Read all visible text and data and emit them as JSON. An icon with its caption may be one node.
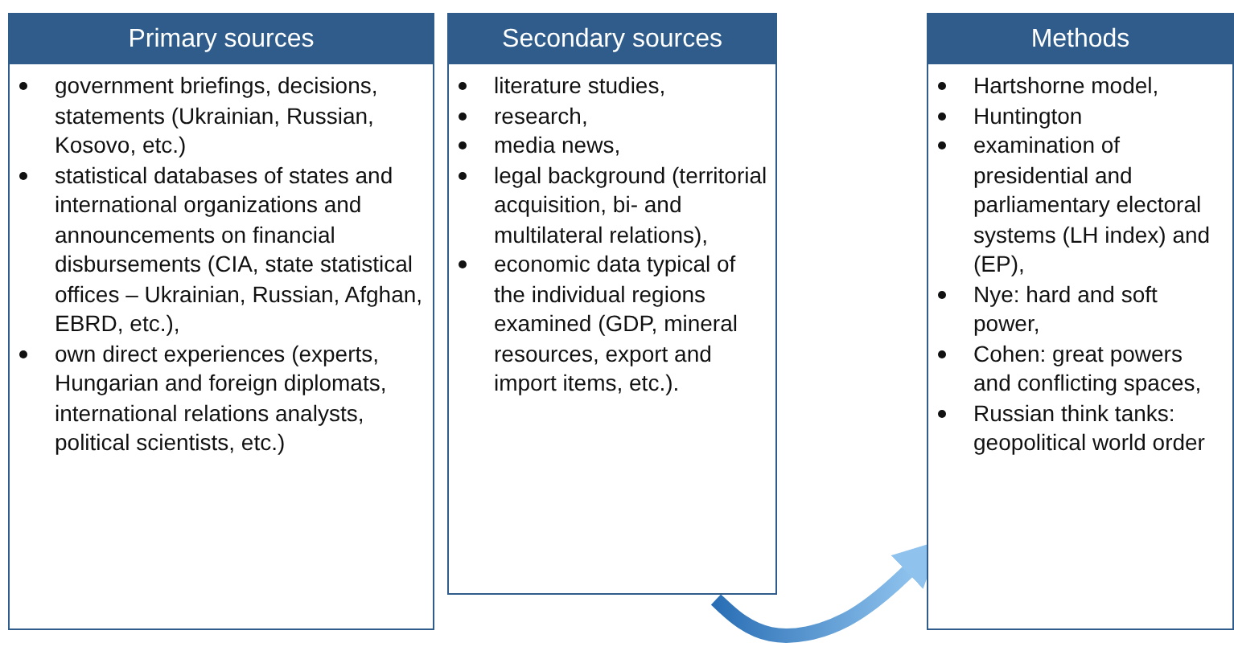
{
  "diagram": {
    "nodes": [
      {
        "text": [
          "Primary sources",
          "government briefings, decisions, statements (Ukrainian, Russian, Kosovo, etc.)",
          "statistical databases of states and international organizations and announcements on financial disbursements (CIA, state statistical offices – Ukrainian, Russian, Afghan, EBRD, etc.),",
          "own direct experiences (experts, Hungarian and foreign diplomats, international relations analysts, political scientists, etc.)"
        ]
      },
      {
        "text": [
          "Secondary sources",
          "literature studies,",
          "research,",
          "media news,",
          "legal background (territorial acquisition, bi- and multilateral relations),",
          "economic data typical of the individual regions examined (GDP, mineral resources, export and import items, etc.)."
        ]
      },
      {
        "text": [
          "Methods",
          "Hartshorne model,",
          "Huntington",
          "examination of presidential and parliamentary electoral systems (LH index) and (EP),",
          "Nye: hard and soft power,",
          "Cohen: great powers and conflicting spaces,",
          "Russian think tanks: geopolitical world order"
        ]
      }
    ],
    "edges": [
      {
        "from": 1,
        "to": 2,
        "arrow": "to",
        "style": "thick"
      }
    ]
  }
}
